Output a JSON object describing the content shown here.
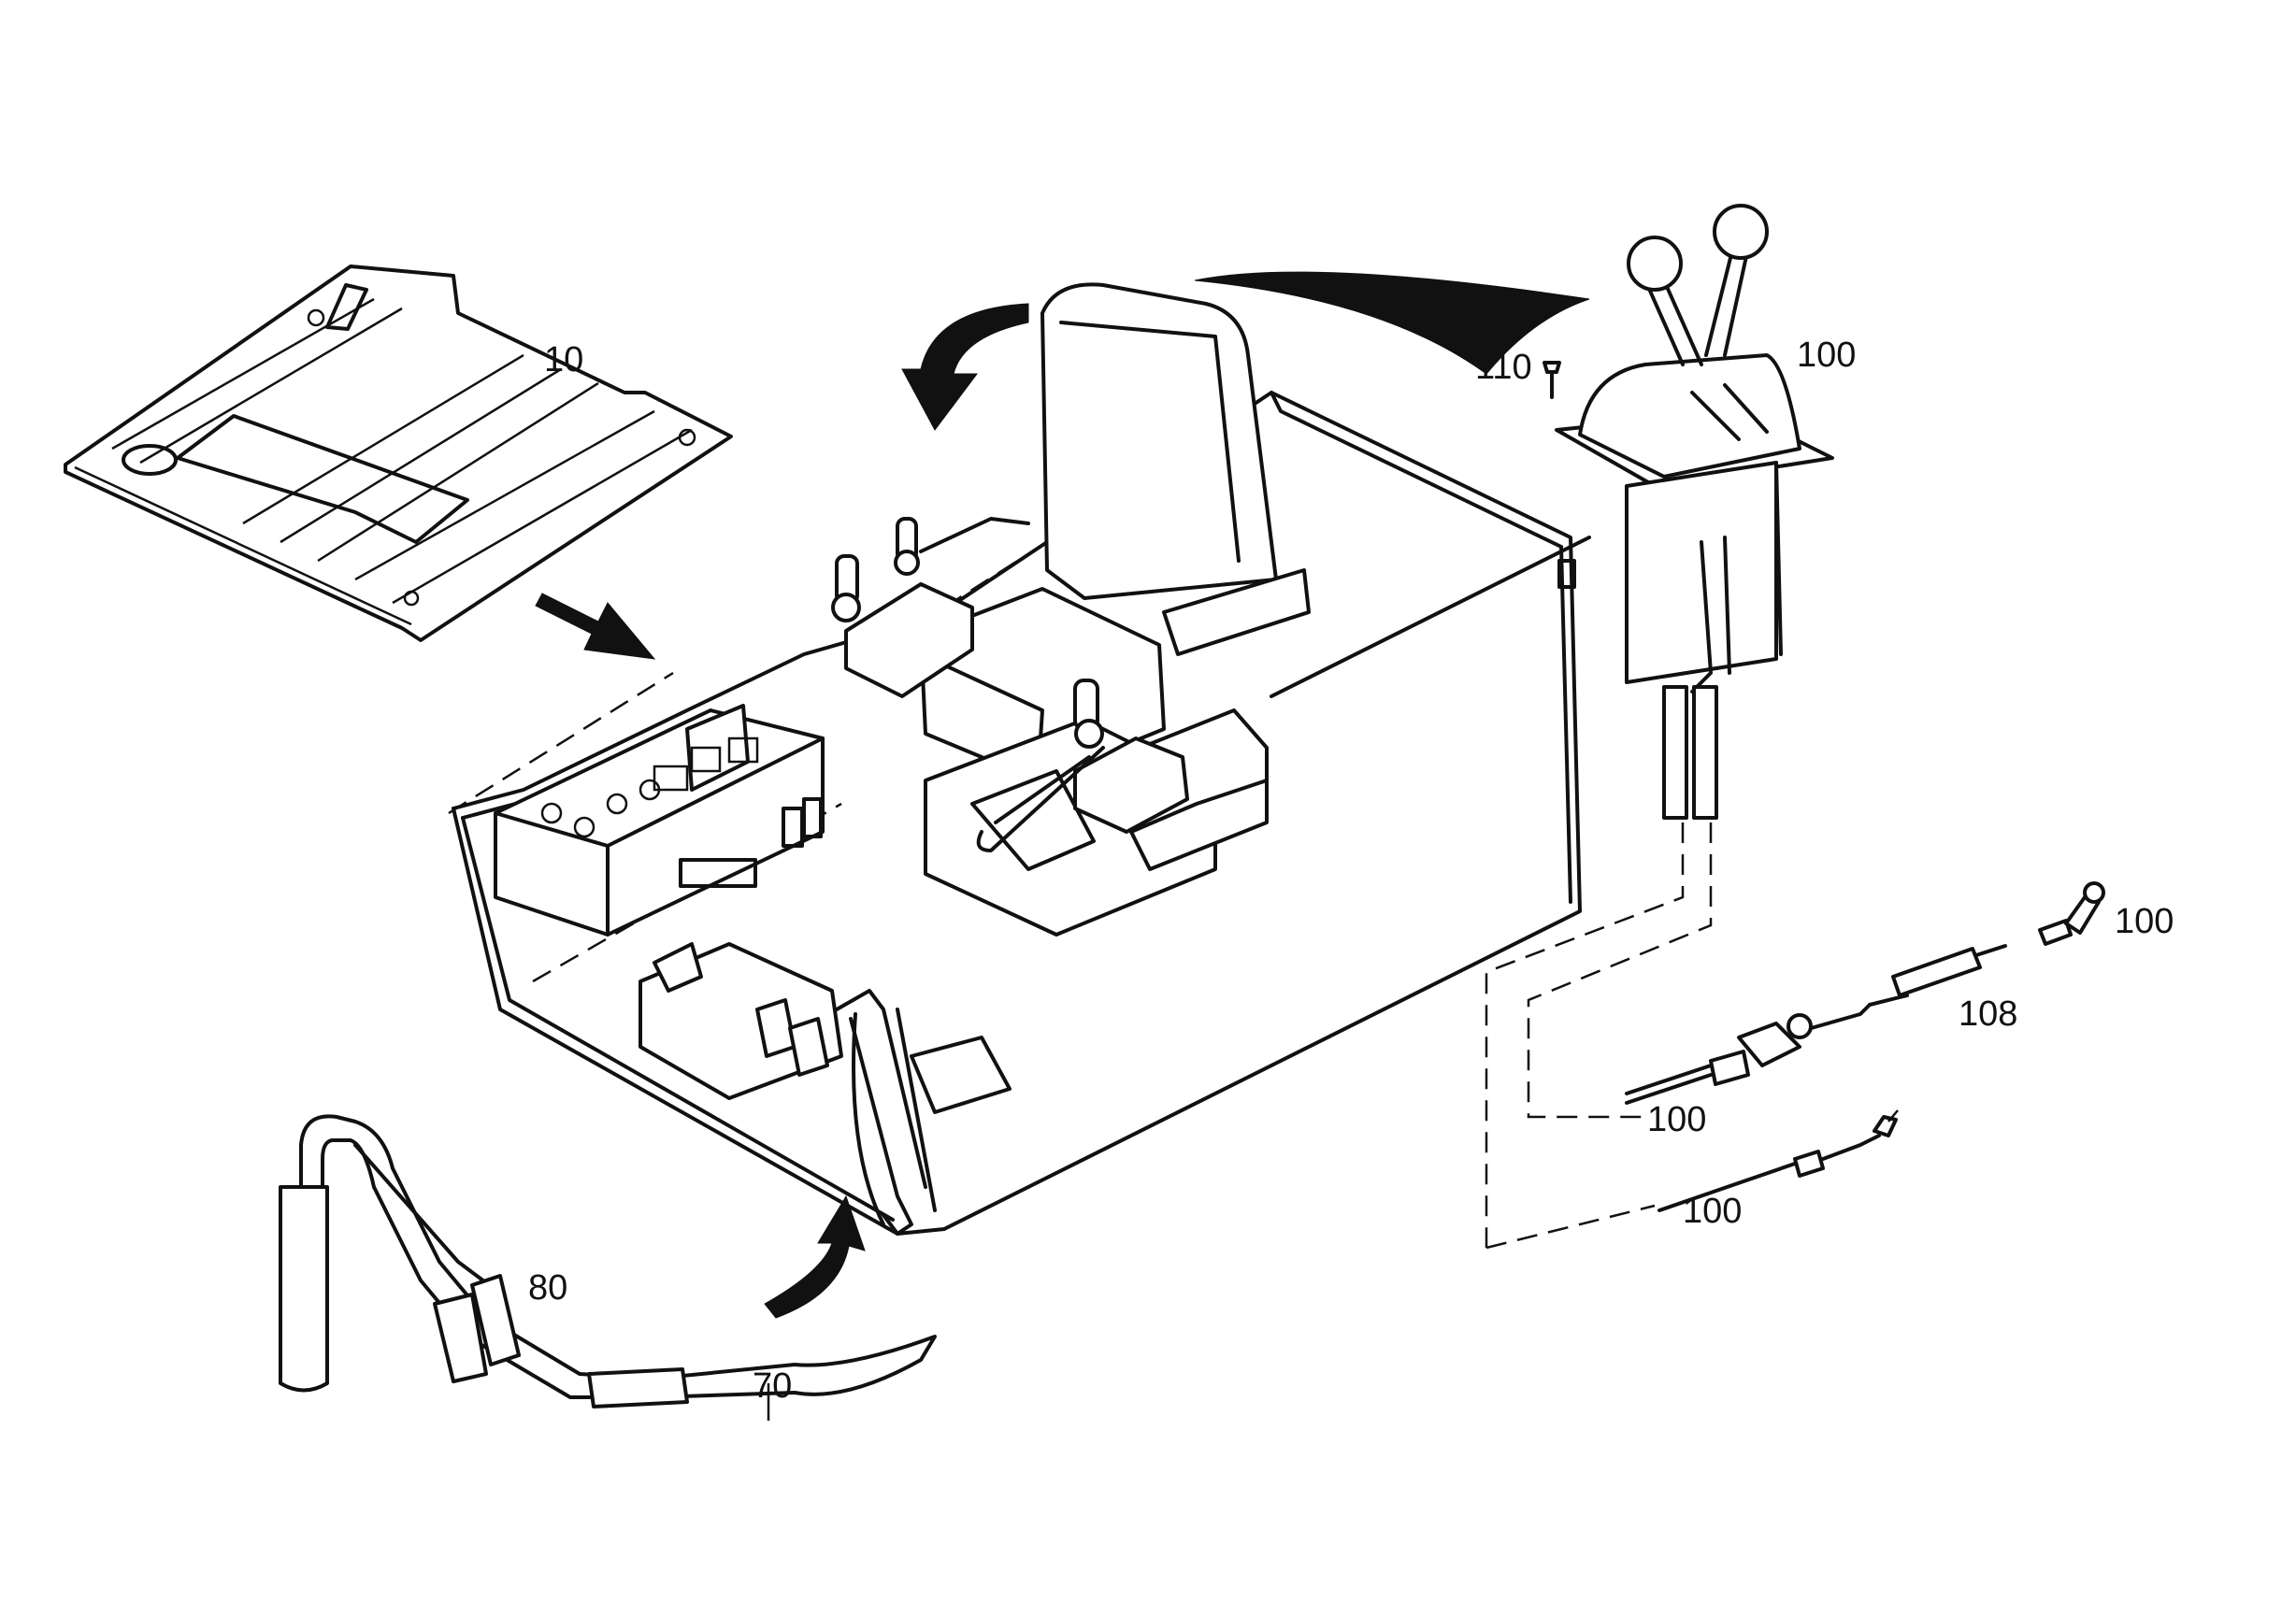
{
  "callouts": {
    "floor_mat": "10",
    "pedal_hose": "70",
    "hose_sleeve": "80",
    "control_lever_box": "100",
    "lever_bolt": "110",
    "elbow_fitting": "100",
    "sleeve": "108",
    "cable_assembly_upper": "100",
    "cable_assembly_lower": "100"
  },
  "colors": {
    "ink": "#111111",
    "paper": "#ffffff"
  }
}
